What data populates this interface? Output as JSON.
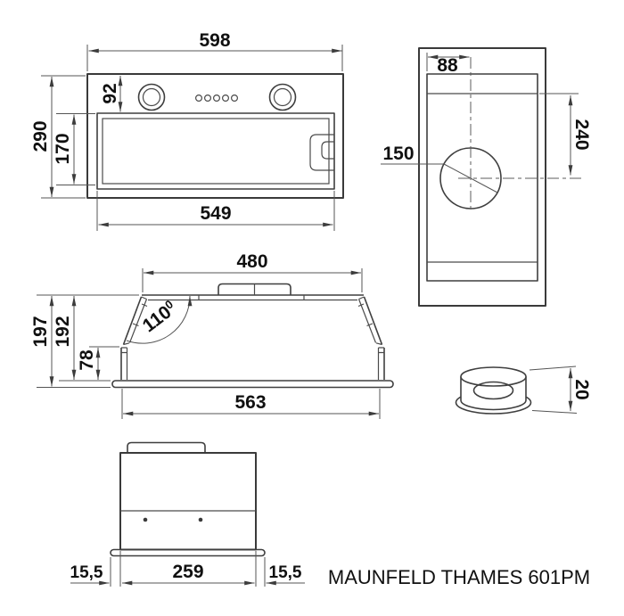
{
  "caption": "MAUNFELD THAMES 601PM",
  "colors": {
    "line": "#3a3a3a",
    "dim_line": "#545454",
    "text": "#101010",
    "background": "#ffffff"
  },
  "front_view": {
    "width": "598",
    "control_band_height": "92",
    "height": "290",
    "panel_height": "170",
    "panel_width": "549"
  },
  "top_view": {
    "duct_offset_x": "88",
    "duct_offset_y": "240",
    "duct_diameter": "150"
  },
  "side_view": {
    "top_width": "480",
    "angle_value": "110",
    "angle_superscript": "0",
    "total_height": "197",
    "body_height": "192",
    "lower_height": "78",
    "bottom_width": "563"
  },
  "duct_flange": {
    "height": "20"
  },
  "end_view": {
    "left_overhang": "15,5",
    "body_width": "259",
    "right_overhang": "15,5"
  }
}
